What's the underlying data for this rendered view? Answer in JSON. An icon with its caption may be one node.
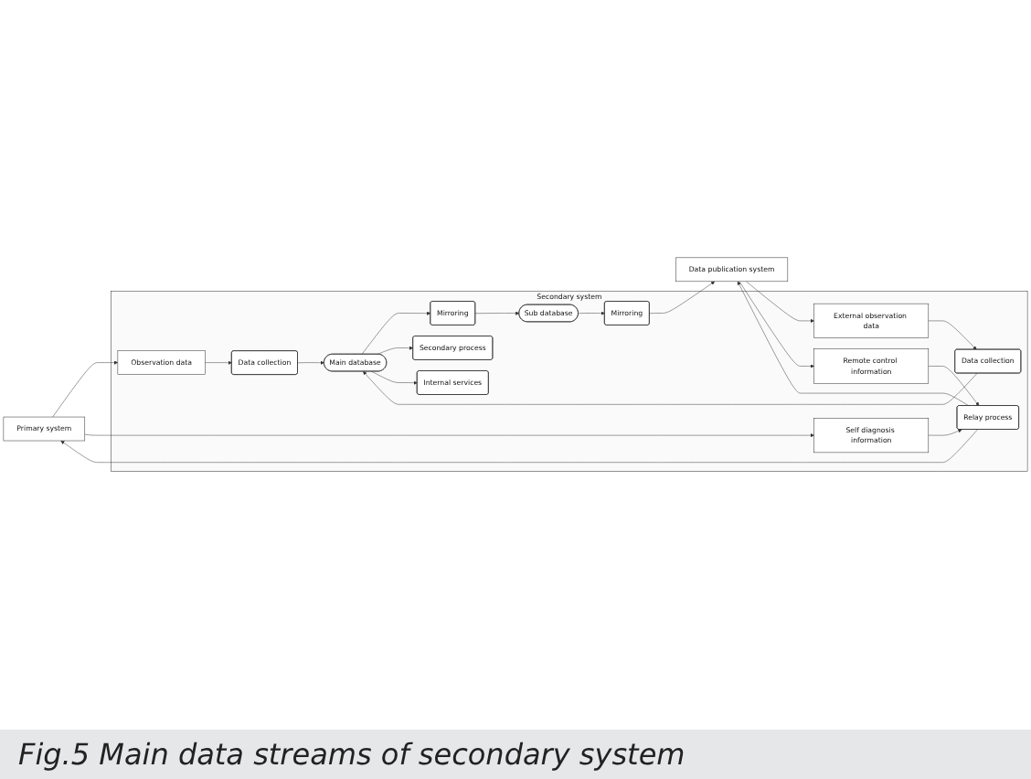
{
  "diagram": {
    "caption": "Fig.5 Main data streams of secondary system",
    "nodes": [
      {
        "text": [
          "Primary system"
        ]
      },
      {
        "text": [
          "Secondary system"
        ]
      },
      {
        "text": [
          "Observation data"
        ],
        "in": 1
      },
      {
        "text": [
          "Data collection"
        ],
        "in": 1
      },
      {
        "text": [
          "Mirroring"
        ],
        "in": 1
      },
      {
        "text": [
          "Main database"
        ],
        "in": 1
      },
      {
        "text": [
          "Sub database"
        ],
        "in": 1
      },
      {
        "text": [
          "Secondary process"
        ],
        "in": 1
      },
      {
        "text": [
          "Internal services"
        ],
        "in": 1
      },
      {
        "text": [
          "Mirroring"
        ],
        "in": 1
      },
      {
        "text": [
          "Data collection"
        ],
        "in": 1
      },
      {
        "text": [
          "External observation data"
        ],
        "in": 1
      },
      {
        "text": [
          "Self diagnosis information"
        ],
        "in": 1
      },
      {
        "text": [
          "Relay process"
        ],
        "in": 1
      },
      {
        "text": [
          "Remote control information"
        ],
        "in": 1
      },
      {
        "text": [
          "Data publication system"
        ]
      }
    ],
    "edges": [
      {
        "from": 0,
        "to": 2,
        "arrow": "to"
      },
      {
        "from": 2,
        "to": 3,
        "arrow": "to"
      },
      {
        "from": 3,
        "to": 5,
        "arrow": "to"
      },
      {
        "from": 5,
        "to": 4,
        "arrow": "to"
      },
      {
        "from": 4,
        "to": 6,
        "arrow": "to"
      },
      {
        "from": 6,
        "to": 9,
        "arrow": "to"
      },
      {
        "from": 9,
        "to": 15,
        "arrow": "to"
      },
      {
        "from": 5,
        "to": 7,
        "arrow": "to"
      },
      {
        "from": 5,
        "to": 8,
        "arrow": "to"
      },
      {
        "from": 10,
        "to": 5,
        "arrow": "to"
      },
      {
        "from": 11,
        "to": 10,
        "arrow": "to"
      },
      {
        "from": 15,
        "to": 11,
        "arrow": "to"
      },
      {
        "from": 0,
        "to": 12,
        "arrow": "to"
      },
      {
        "from": 12,
        "to": 13,
        "arrow": "to"
      },
      {
        "from": 13,
        "to": 0,
        "arrow": "to"
      },
      {
        "from": 13,
        "to": 15,
        "arrow": "to"
      },
      {
        "from": 14,
        "to": 13,
        "arrow": "to"
      },
      {
        "from": 15,
        "to": 14,
        "arrow": "to"
      }
    ]
  }
}
